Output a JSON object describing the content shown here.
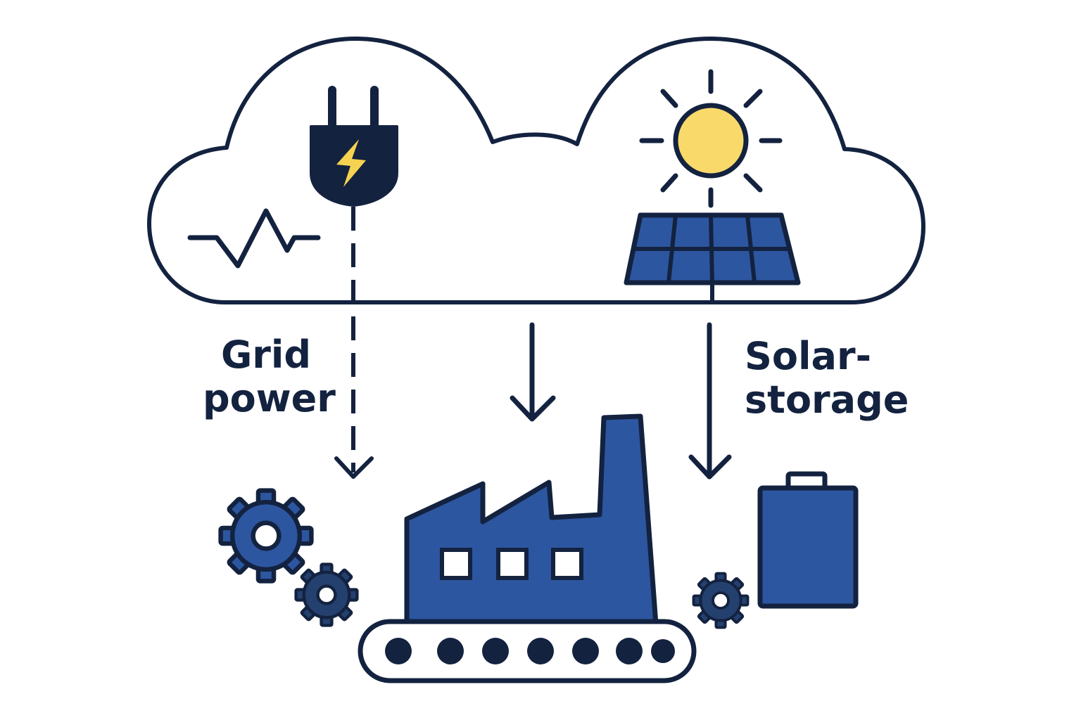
{
  "labels": {
    "grid": {
      "line1": "Grid",
      "line2": "power"
    },
    "solar": {
      "line1": "Solar-",
      "line2": "storage"
    }
  },
  "colors": {
    "outline": "#13223f",
    "blue": "#2d56a0",
    "sun": "#f8d96a",
    "bolt": "#f5d350",
    "background": "#ffffff"
  },
  "icons": [
    "cloud-icon",
    "plug-icon",
    "lightning-icon",
    "waveform-icon",
    "sun-icon",
    "solar-panel-icon",
    "factory-icon",
    "gear-icon",
    "battery-icon",
    "conveyor-belt-icon",
    "arrow-down-icon"
  ]
}
